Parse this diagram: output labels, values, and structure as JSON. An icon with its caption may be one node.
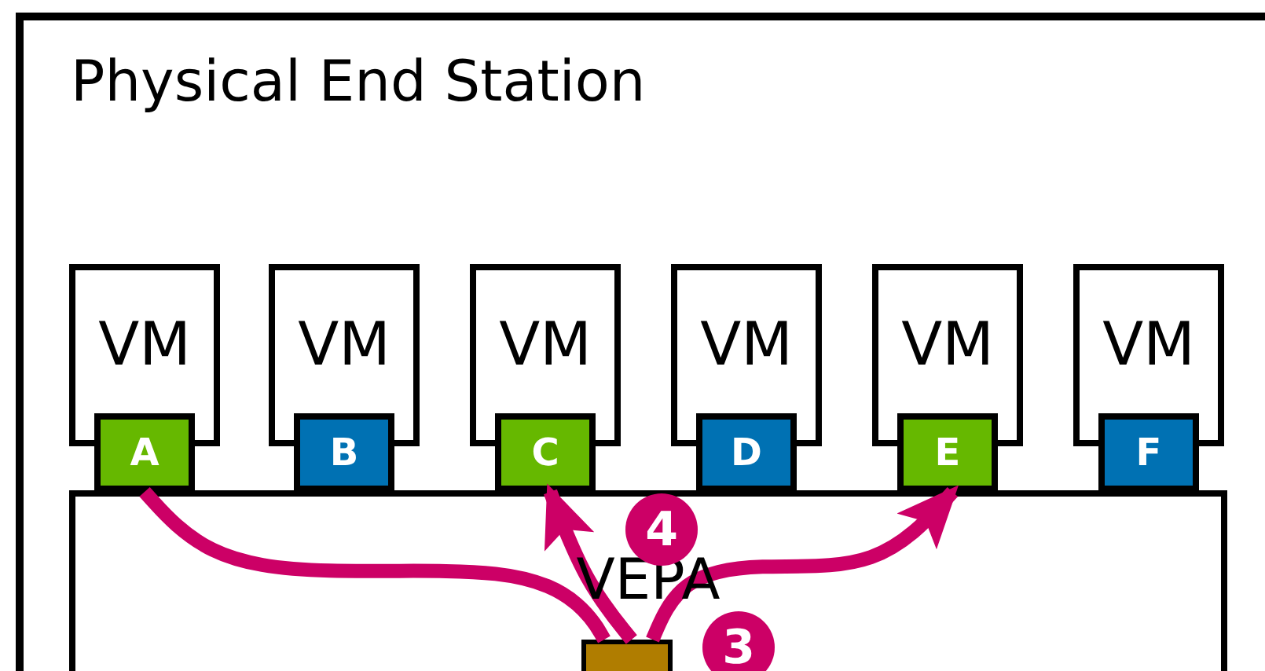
{
  "diagram": {
    "nodes": [
      {
        "text": [
          "Physical End Station"
        ]
      },
      {
        "text": [
          "VM"
        ],
        "in": 0
      },
      {
        "text": [
          "VM"
        ],
        "in": 0
      },
      {
        "text": [
          "VM"
        ],
        "in": 0
      },
      {
        "text": [
          "VM"
        ],
        "in": 0
      },
      {
        "text": [
          "VM"
        ],
        "in": 0
      },
      {
        "text": [
          "VM"
        ],
        "in": 0
      },
      {
        "text": [
          "A"
        ],
        "in": 0
      },
      {
        "text": [
          "B"
        ],
        "in": 0
      },
      {
        "text": [
          "C"
        ],
        "in": 0
      },
      {
        "text": [
          "D"
        ],
        "in": 0
      },
      {
        "text": [
          "E"
        ],
        "in": 0
      },
      {
        "text": [
          "F"
        ],
        "in": 0
      },
      {
        "text": [
          "VEPA"
        ],
        "in": 0
      },
      {
        "text": [],
        "shape": "box",
        "in": 13
      }
    ],
    "edges": [
      {
        "from": 7,
        "to": 14,
        "arrow": "none"
      },
      {
        "from": 14,
        "to": 9,
        "arrow": "to"
      },
      {
        "from": 14,
        "to": 11,
        "arrow": "to"
      }
    ],
    "labels": [
      "4",
      "3"
    ]
  }
}
